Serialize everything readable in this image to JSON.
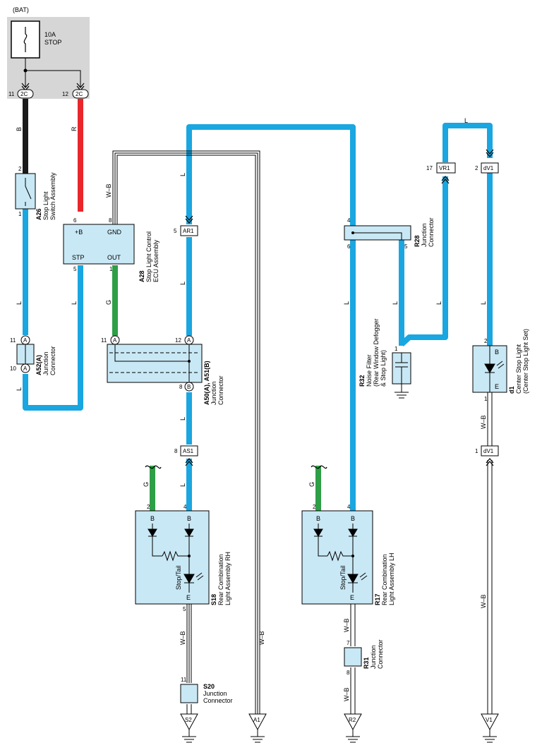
{
  "colors": {
    "blue": "#1aa6e0",
    "red": "#e8262c",
    "black": "#1a1a1a",
    "green": "#2e9e47",
    "box_fill": "#c9e8f5",
    "bat_area": "#d6d6d6"
  },
  "power": {
    "bat_label": "(BAT)",
    "fuse_amp": "10A",
    "fuse_name": "STOP",
    "pin_left_num": "11",
    "pin_left_code": "2C",
    "pin_right_num": "12",
    "pin_right_code": "2C"
  },
  "wires": {
    "b": "B",
    "r": "R",
    "l": "L",
    "g": "G",
    "wb": "W–B"
  },
  "a26": {
    "code": "A26",
    "name1": "Stop Light",
    "name2": "Switch Assembly",
    "pin_top": "2",
    "pin_bottom": "1"
  },
  "a28": {
    "code": "A28",
    "name1": "Stop Light Control",
    "name2": "ECU Assembly",
    "term_b": "+B",
    "term_gnd": "GND",
    "term_stp": "STP",
    "term_out": "OUT",
    "pin_b": "6",
    "pin_gnd": "8",
    "pin_stp": "5",
    "pin_out": "1"
  },
  "a52": {
    "code": "A52(A)",
    "name1": "Junction",
    "name2": "Connector",
    "pin_top": "11",
    "pin_bottom": "10",
    "circle": "A"
  },
  "ar1": {
    "code": "AR1",
    "pin": "5"
  },
  "a50": {
    "code": "A50(A), A51(B)",
    "name1": "Junction",
    "name2": "Connector",
    "pin_left": "11",
    "pin_right": "12",
    "pin_bottom": "8",
    "circle_a": "A",
    "circle_b": "B"
  },
  "as1": {
    "code": "AS1",
    "pin": "8"
  },
  "s18": {
    "code": "S18",
    "name1": "Rear Combination",
    "name2": "Light Assembly RH",
    "pin_b1": "2",
    "pin_b2": "4",
    "pin_e": "5",
    "term_b": "B",
    "term_e": "E",
    "stop_tail": "Stop/Tail"
  },
  "s20": {
    "code": "S20",
    "name1": "Junction",
    "name2": "Connector",
    "pin": "11"
  },
  "r28": {
    "code": "R28",
    "name1": "Junction",
    "name2": "Connector",
    "pin_top": "4",
    "pin_left": "6",
    "pin_right": "5"
  },
  "r32": {
    "code": "R32",
    "name1": "Noise Filter",
    "name2": "(Rear Window Defogger",
    "name3": "& Stop Light)",
    "pin": "1"
  },
  "r17": {
    "code": "R17",
    "name1": "Rear Combination",
    "name2": "Light Assembly LH",
    "pin_b1": "2",
    "pin_b2": "4",
    "term_b": "B",
    "term_e": "E",
    "stop_tail": "Stop/Tail"
  },
  "r31": {
    "code": "R31",
    "name1": "Junction",
    "name2": "Connector",
    "pin_top": "7",
    "pin_bottom": "8"
  },
  "vr1": {
    "code": "VR1",
    "pin": "17"
  },
  "dv1_top": {
    "code": "dV1",
    "pin": "2"
  },
  "d1": {
    "code": "d1",
    "name1": "Center Stop Light",
    "name2": "(Center Stop Light Set)",
    "pin_top": "2",
    "pin_bottom": "1",
    "term_b": "B",
    "term_e": "E"
  },
  "dv1_bottom": {
    "code": "dV1",
    "pin": "1"
  },
  "grounds": {
    "s2": "S2",
    "a1": "A1",
    "r2": "R2",
    "v1": "V1"
  }
}
